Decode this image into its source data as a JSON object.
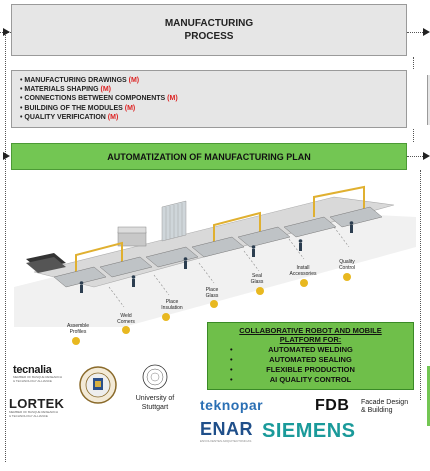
{
  "header": {
    "line1": "MANUFACTURING",
    "line2": "PROCESS"
  },
  "steps": {
    "items": [
      {
        "label": "MANUFACTURING DRAWINGS",
        "tag": "(M)"
      },
      {
        "label": "MATERIALS SHAPING",
        "tag": "(M)"
      },
      {
        "label": "CONNECTIONS BETWEEN COMPONENTS",
        "tag": "(M)"
      },
      {
        "label": "BUILDING OF THE MODULES",
        "tag": "(M)"
      },
      {
        "label": "QUALITY VERIFICATION",
        "tag": "(M)"
      }
    ]
  },
  "plan": {
    "title": "AUTOMATIZATION OF MANUFACTURING PLAN"
  },
  "illustration": {
    "labels": {
      "l1a": "Assemble",
      "l1b": "Profiles",
      "l2a": "Weld",
      "l2b": "Corners",
      "l3a": "Place",
      "l3b": "Insulation",
      "l4a": "Place",
      "l4b": "Glass",
      "l5a": "Seal",
      "l5b": "Glass",
      "l6a": "Install",
      "l6b": "Accessories",
      "l7a": "Quality",
      "l7b": "Control"
    }
  },
  "robot_platform": {
    "title": "COLLABORATIVE ROBOT AND MOBILE PLATFORM FOR:",
    "items": [
      "AUTOMATED WELDING",
      "AUTOMATED SEALING",
      "FLEXIBLE PRODUCTION",
      "AI QUALITY CONTROL"
    ]
  },
  "logos": {
    "tecnalia": {
      "name": "tecnalia",
      "sub1": "MEMBER OF BASQUE RESEARCH",
      "sub2": "& TECHNOLOGY ALLIANCE"
    },
    "lortek": {
      "name": "LORTEK",
      "sub1": "MEMBER OF BASQUE RESEARCH",
      "sub2": "& TECHNOLOGY ALLIANCE"
    },
    "stuttgart": {
      "line1": "University of",
      "line2": "Stuttgart"
    },
    "teknopar": "teknopar",
    "fdb": {
      "big": "FDB",
      "line1": "Facade Design",
      "line2": "& Building"
    },
    "enar": {
      "big": "ENAR",
      "sub": "ENVOLVENTES ARQUITECTONICAS"
    },
    "siemens": "SIEMENS"
  },
  "colors": {
    "green_bar": "#73c653",
    "green_box": "#6fbf4a",
    "gray_box": "#e6e6e6",
    "tag_red": "#d22222",
    "siemens": "#1a9a9a",
    "teknopar": "#2a6fb4"
  }
}
